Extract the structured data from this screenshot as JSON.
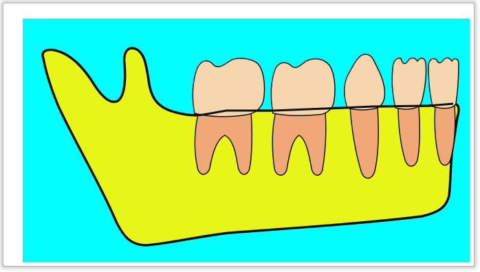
{
  "colors": {
    "background": "#00ffff",
    "jaw": "#e8f519",
    "root": "#f0a878",
    "crown": "#f5d6ae",
    "outline": "#111111"
  },
  "figure": {
    "subject": "mandible-with-teeth",
    "teeth": [
      {
        "name": "molar-2"
      },
      {
        "name": "molar-1"
      },
      {
        "name": "premolar-2"
      },
      {
        "name": "premolar-1"
      },
      {
        "name": "canine"
      }
    ]
  }
}
